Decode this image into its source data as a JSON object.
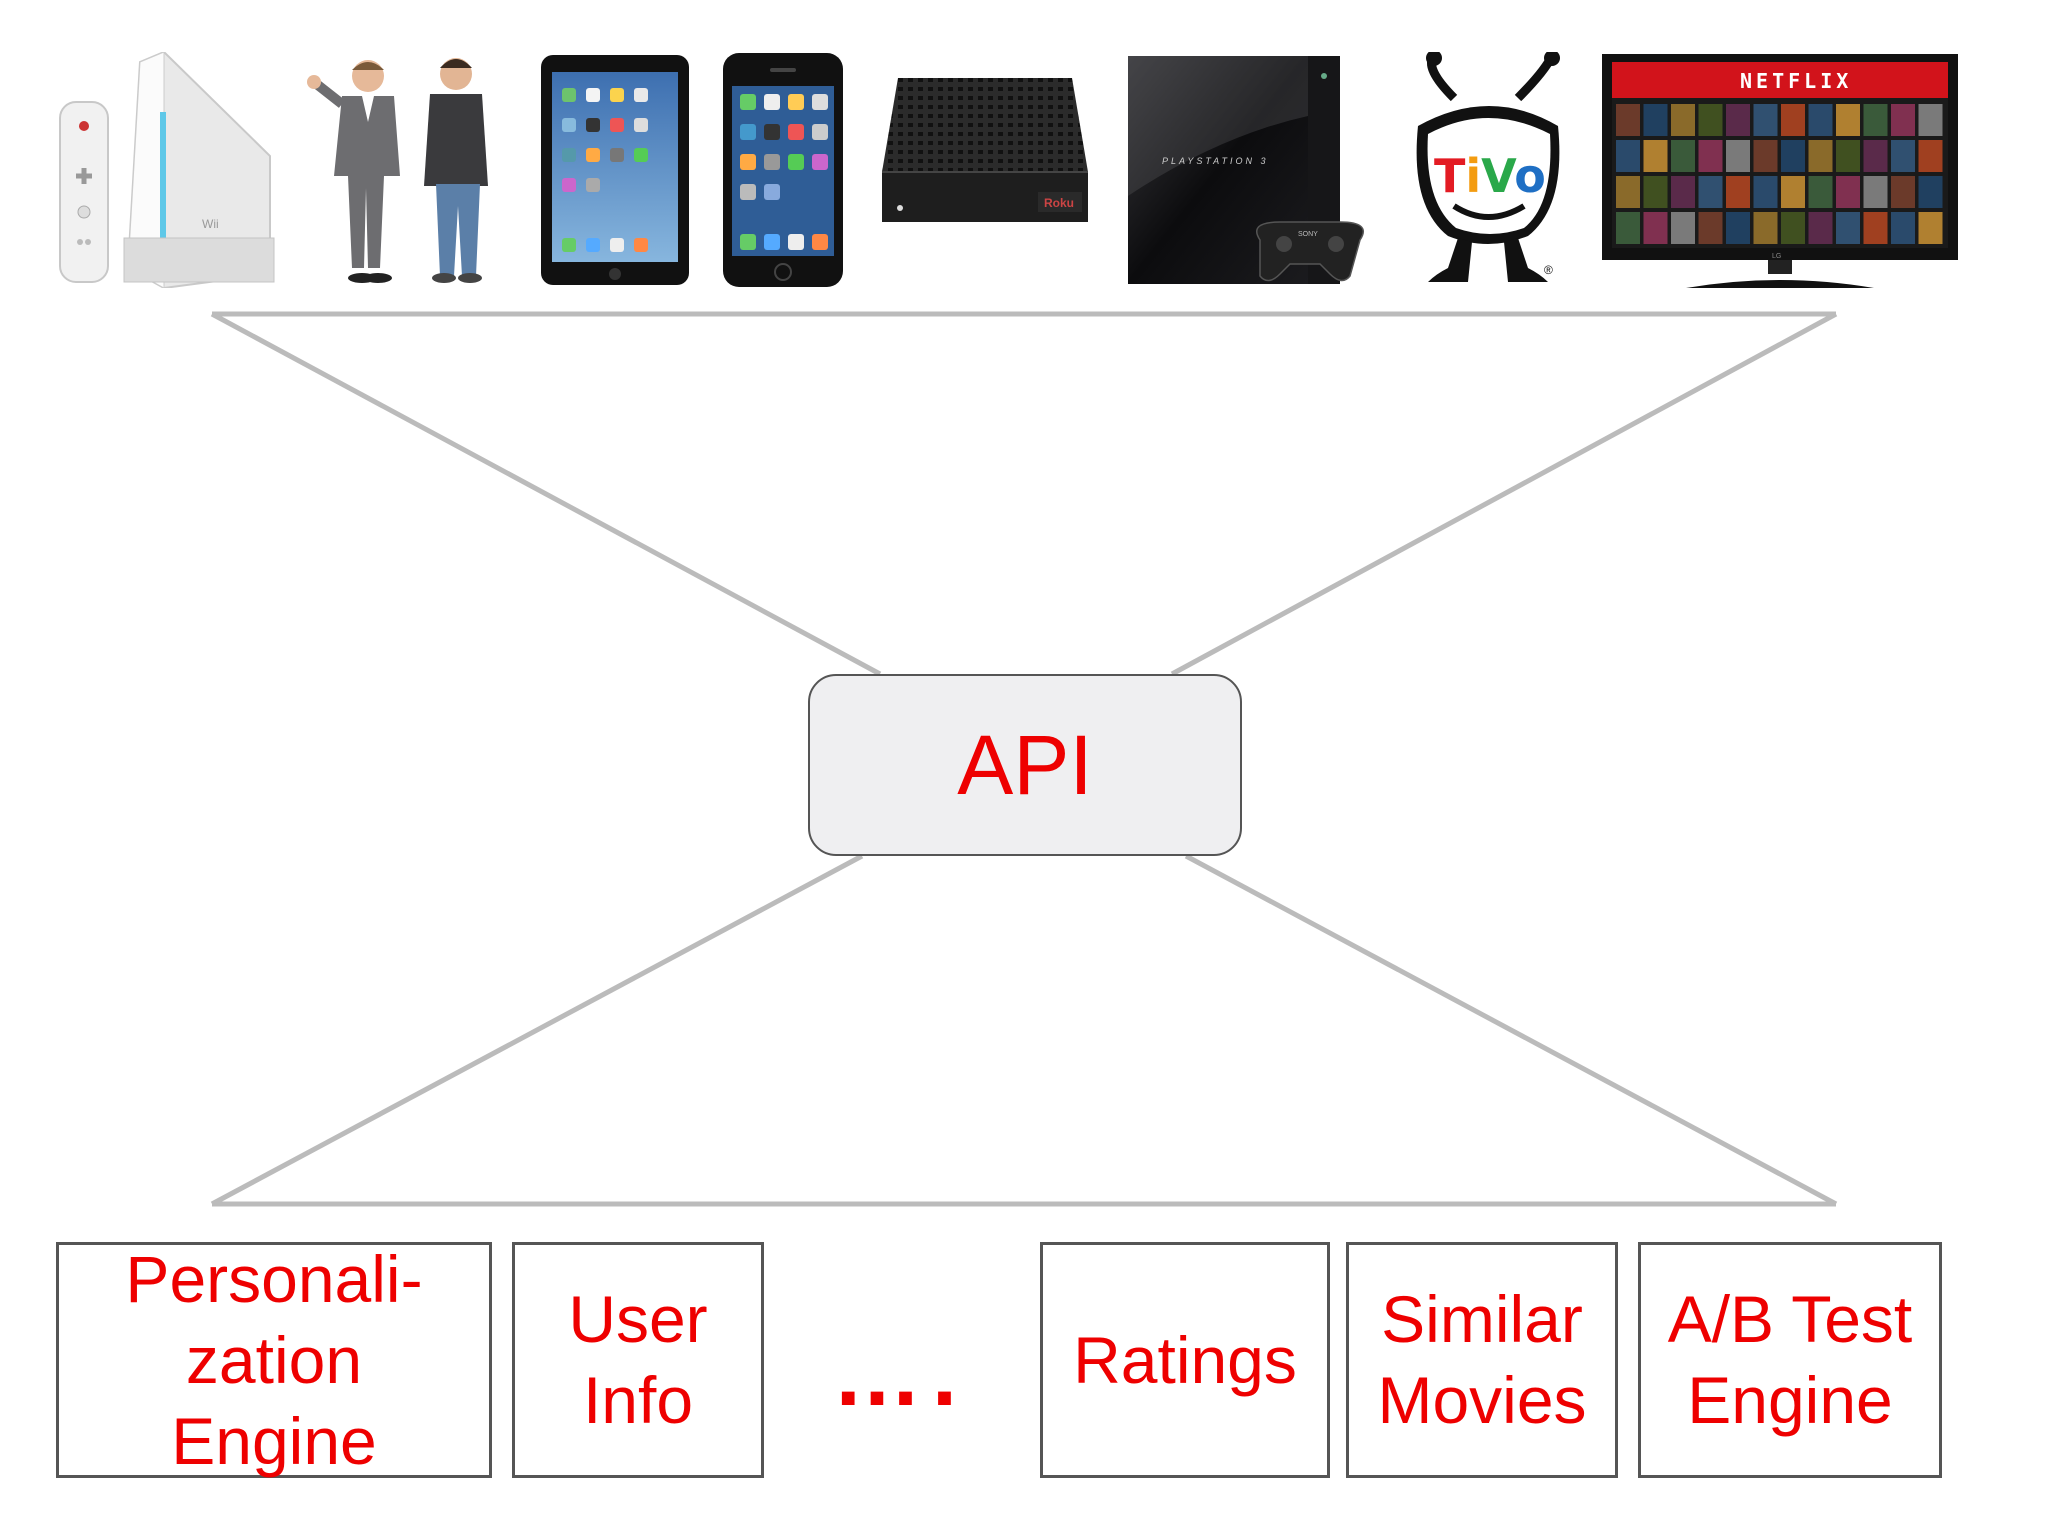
{
  "diagram": {
    "api_label": "API",
    "devices": [
      {
        "name": "Nintendo Wii",
        "icon": "wii-console-icon"
      },
      {
        "name": "Mac vs PC ad",
        "icon": "people-icon"
      },
      {
        "name": "iPad",
        "icon": "ipad-icon"
      },
      {
        "name": "iPhone",
        "icon": "iphone-icon"
      },
      {
        "name": "Roku",
        "icon": "roku-box-icon"
      },
      {
        "name": "PlayStation 3",
        "icon": "playstation3-icon"
      },
      {
        "name": "TiVo",
        "icon": "tivo-logo-icon"
      },
      {
        "name": "Netflix TV",
        "icon": "netflix-tv-icon"
      }
    ],
    "device_text": {
      "netflix": "NETFLIX",
      "ps3": "PLAYSTATION 3",
      "roku": "Roku",
      "wii": "Wii",
      "tivo": "TiVo",
      "sony": "SONY",
      "lg": "LG"
    },
    "services": [
      {
        "label": "Personali-\nzation\nEngine"
      },
      {
        "label": "User\nInfo"
      },
      {
        "label": "Ratings"
      },
      {
        "label": "Similar\nMovies"
      },
      {
        "label": "A/B Test\nEngine"
      }
    ],
    "ellipsis": "….",
    "colors": {
      "text_accent": "#ee0000",
      "lines": "#bbbbbb",
      "box_border": "#555555",
      "api_fill": "#efeff1"
    }
  }
}
